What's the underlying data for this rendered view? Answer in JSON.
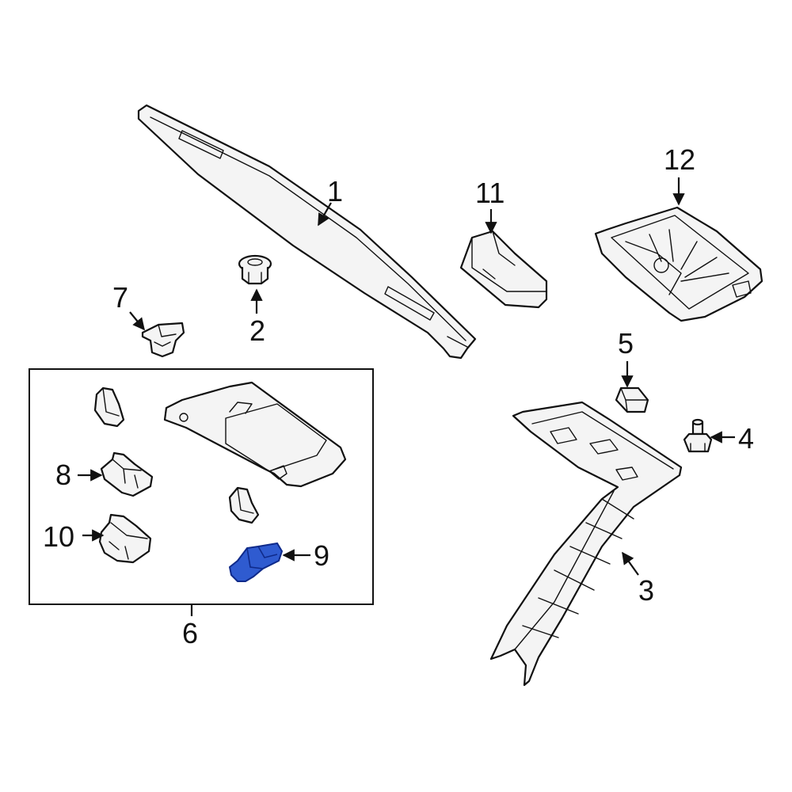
{
  "callouts": [
    {
      "id": "1",
      "label": "1"
    },
    {
      "id": "2",
      "label": "2"
    },
    {
      "id": "3",
      "label": "3"
    },
    {
      "id": "4",
      "label": "4"
    },
    {
      "id": "5",
      "label": "5"
    },
    {
      "id": "6",
      "label": "6"
    },
    {
      "id": "7",
      "label": "7"
    },
    {
      "id": "8",
      "label": "8"
    },
    {
      "id": "9",
      "label": "9"
    },
    {
      "id": "10",
      "label": "10"
    },
    {
      "id": "11",
      "label": "11"
    },
    {
      "id": "12",
      "label": "12"
    }
  ],
  "highlight_part": "9",
  "colors": {
    "highlight_fill": "#2f5bd0",
    "highlight_stroke": "#0f2a8a",
    "line": "#111111",
    "background": "#ffffff"
  }
}
